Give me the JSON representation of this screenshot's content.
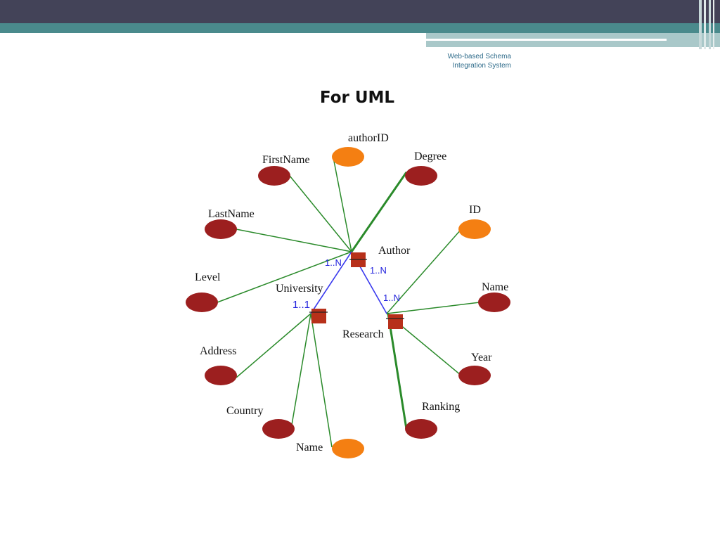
{
  "header": {
    "line1": "Web-based Schema",
    "line2": "Integration System"
  },
  "title": "For UML",
  "colors": {
    "band_dark": "#434358",
    "band_teal": "#4a8a8c",
    "band_light": "#a9c8c9",
    "attribute": "#9c1f1f",
    "key_attribute": "#f47f12",
    "entity": "#b7301a",
    "relation_line": "#3a3aee",
    "attribute_line": "#2a8a2a"
  },
  "diagram": {
    "entities": {
      "author": "Author",
      "university": "University",
      "research": "Research"
    },
    "attributes": {
      "authorid": "authorID",
      "firstname": "FirstName",
      "lastname": "LastName",
      "level": "Level",
      "degree": "Degree",
      "id": "ID",
      "research_name": "Name",
      "year": "Year",
      "ranking": "Ranking",
      "address": "Address",
      "country": "Country",
      "university_name": "Name"
    },
    "cardinalities": {
      "author_university": "1..N",
      "author_research": "1..N",
      "university_end": "1..1",
      "research_end": "1..N"
    }
  }
}
